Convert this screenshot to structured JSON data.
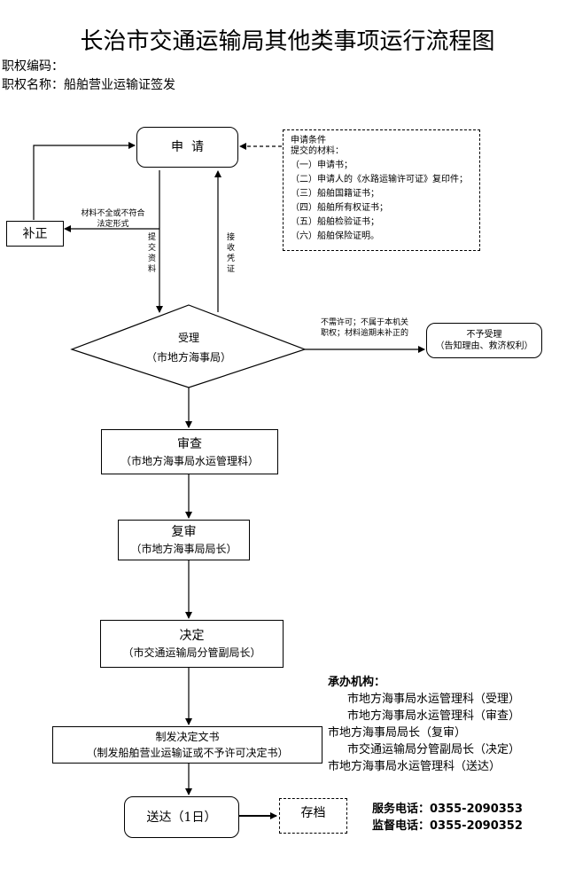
{
  "title": "长治市交通运输局其他类事项运行流程图",
  "meta": {
    "code_label": "职权编码：",
    "name_label": "职权名称：",
    "name_value": "船舶营业运输证签发"
  },
  "nodes": {
    "apply": "申  请",
    "supplement": "补正",
    "accept_title": "受理",
    "accept_org": "（市地方海事局）",
    "reject_title": "不予受理",
    "reject_note": "（告知理由、救济权利）",
    "review_title": "审查",
    "review_org": "（市地方海事局水运管理科）",
    "recheck_title": "复审",
    "recheck_org": "（市地方海事局局长）",
    "decide_title": "决定",
    "decide_org": "（市交通运输局分管副局长）",
    "issue_title": "制发决定文书",
    "issue_note": "（制发船舶营业运输证或不予许可决定书）",
    "deliver": "送达（1日）",
    "archive": "存档"
  },
  "conditions": {
    "heading1": "申请条件",
    "heading2": "提交的材料：",
    "items": [
      "（一）申请书；",
      "（二）申请人的《水路运输许可证》复印件；",
      "（三）船舶国籍证书；",
      "（四）船舶所有权证书；",
      "（五）船舶检验证书；",
      "（六）船舶保险证明。"
    ]
  },
  "edge_labels": {
    "incomplete_line1": "材料不全或不符合",
    "incomplete_line2": "法定形式",
    "submit": "提交资料",
    "receipt": "接收凭证",
    "reject_line1": "不需许可；不属于本机关",
    "reject_line2": "职权；材料逾期未补正的"
  },
  "agency": {
    "heading": "承办机构：",
    "lines": [
      "市地方海事局水运管理科（受理）",
      "市地方海事局水运管理科（审查）",
      "市地方海事局局长（复审）",
      "市交通运输局分管副局长（决定）",
      "市地方海事局水运管理科（送达）"
    ]
  },
  "contacts": {
    "service": "服务电话：0355-2090353",
    "supervise": "监督电话：0355-2090352"
  }
}
